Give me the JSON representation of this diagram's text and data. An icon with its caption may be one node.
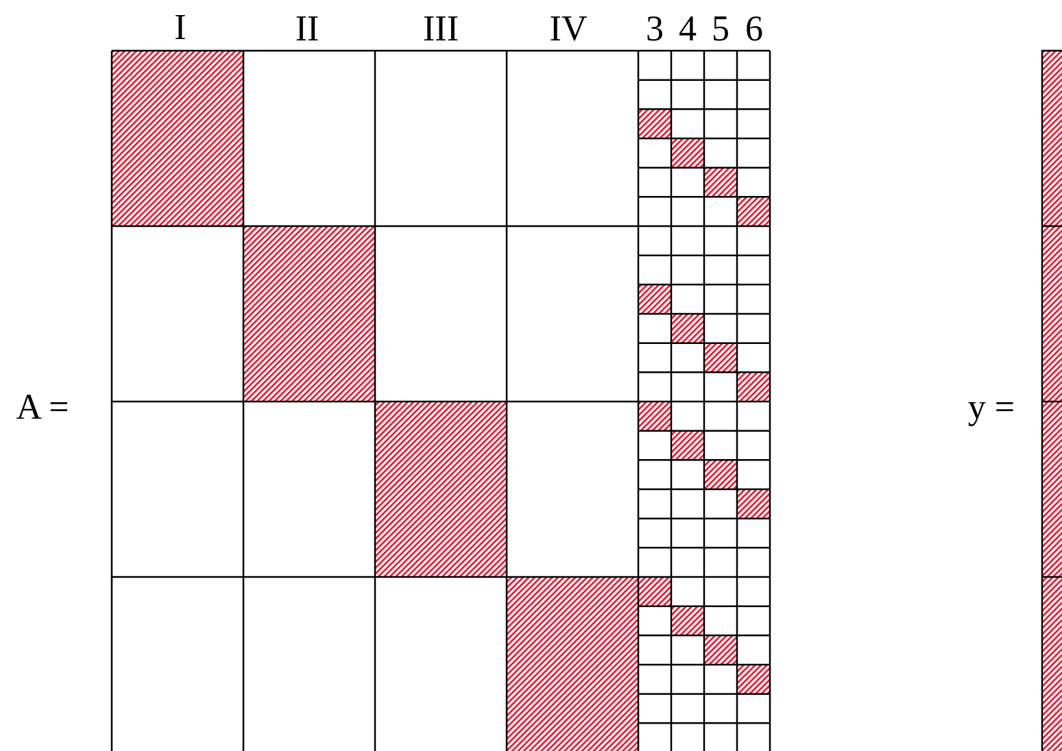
{
  "diagram": {
    "labels": [
      "I",
      "II",
      "III",
      "IV",
      "3",
      "4",
      "5",
      "6",
      "A =",
      "y ="
    ]
  }
}
